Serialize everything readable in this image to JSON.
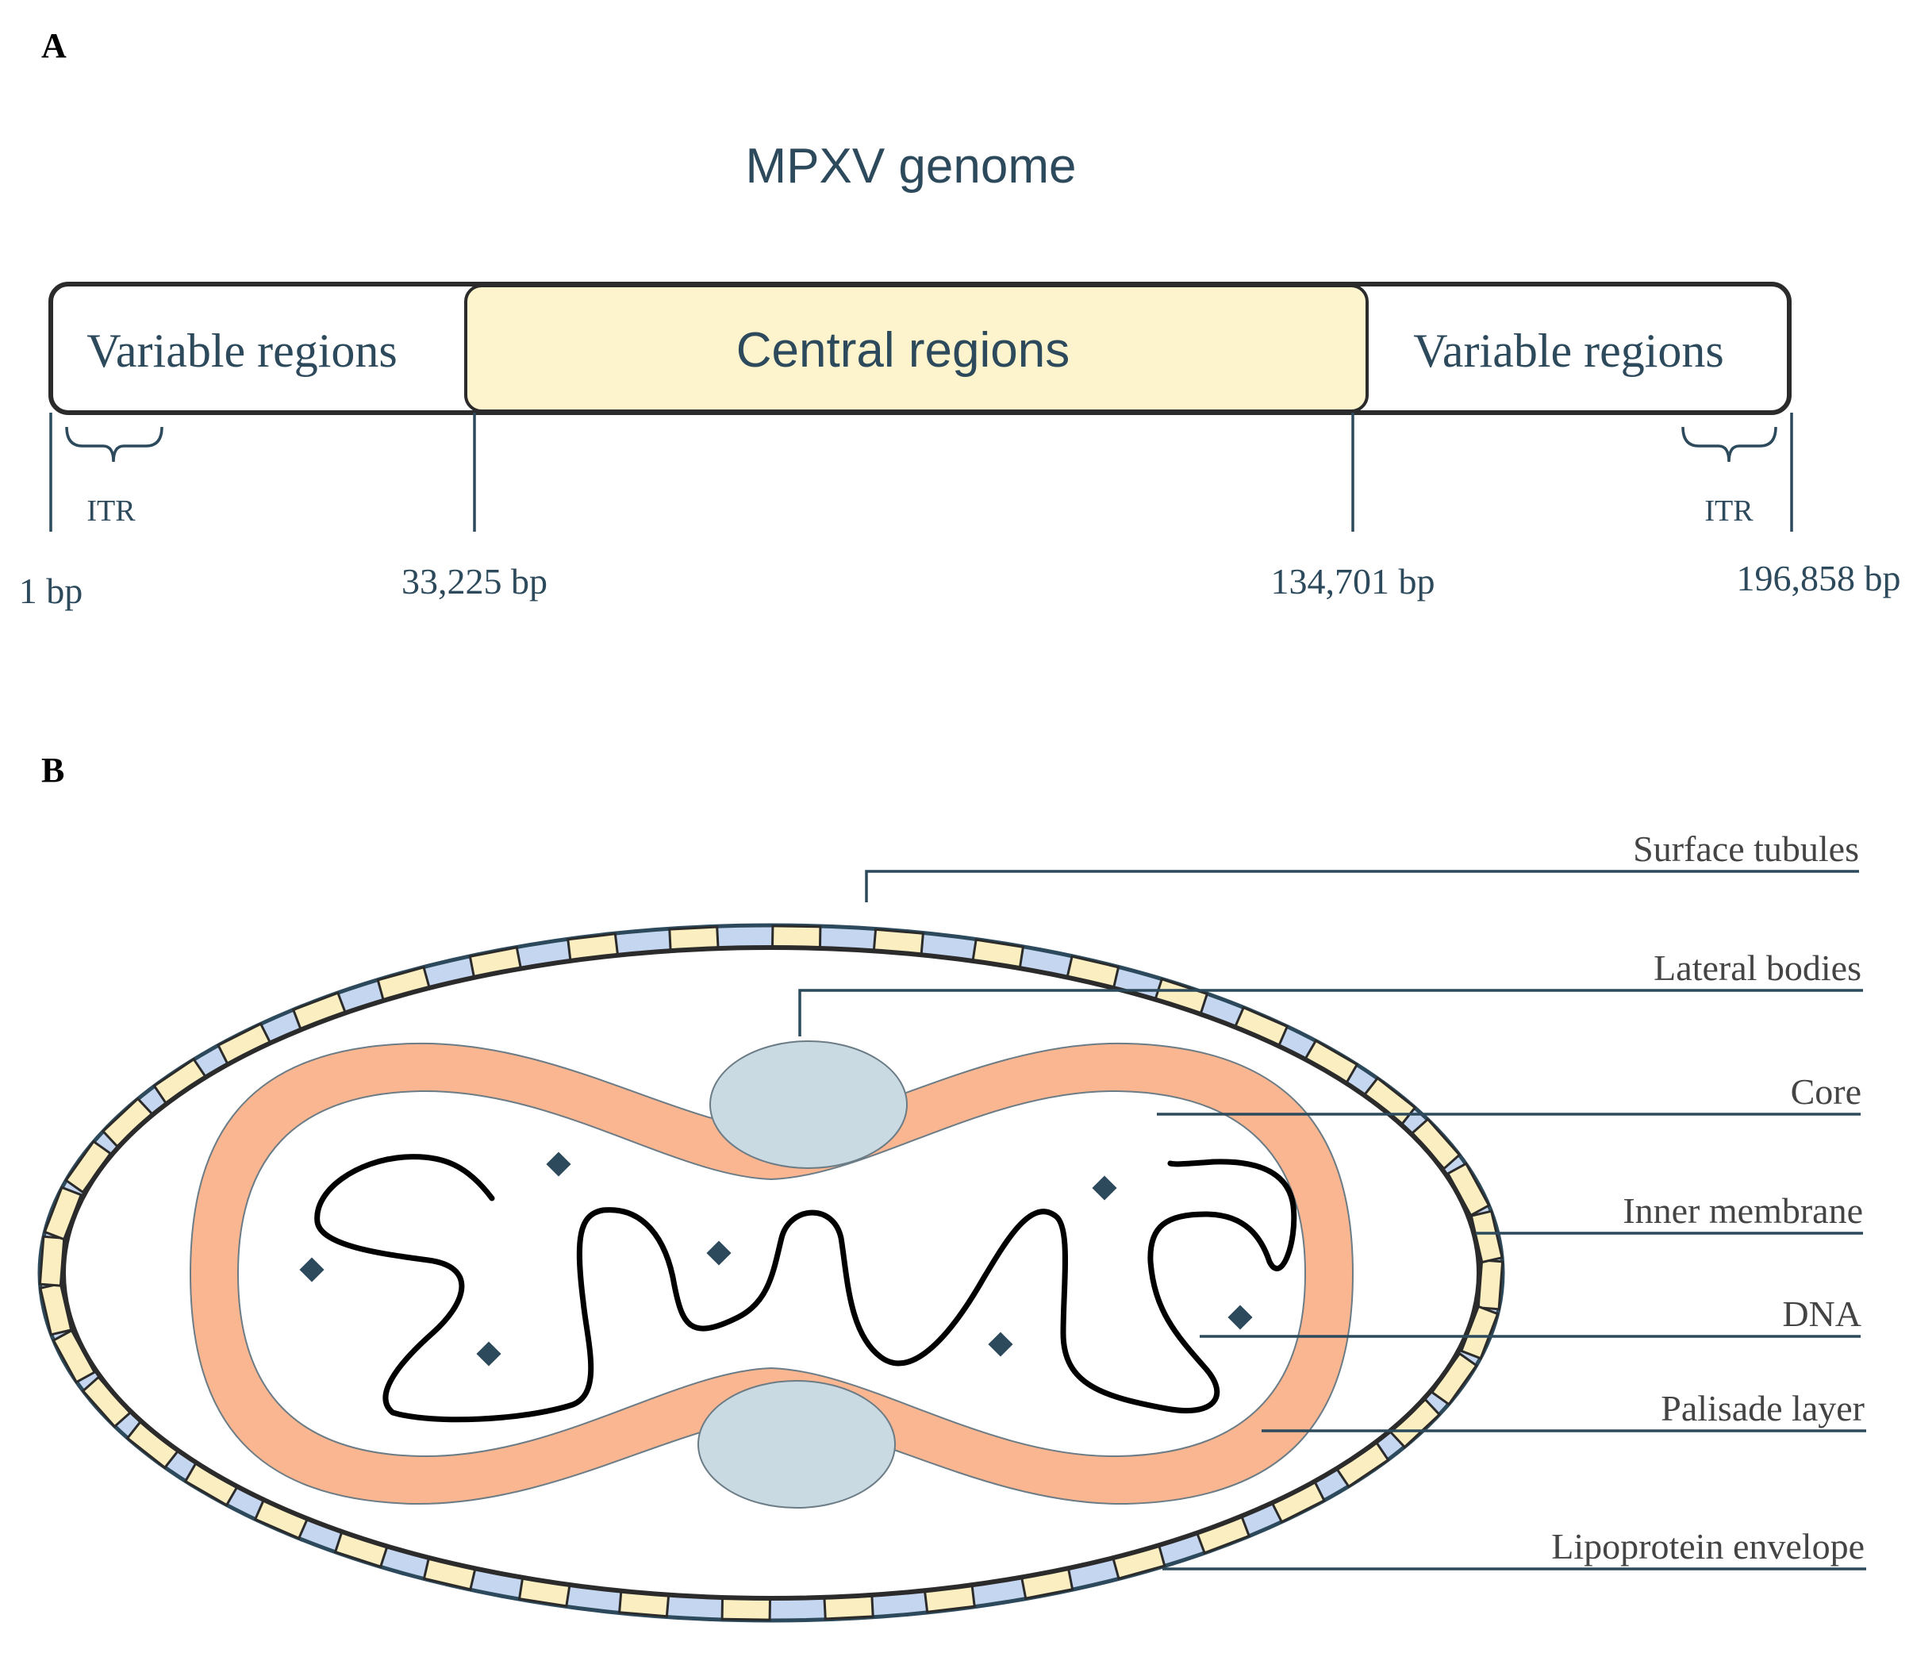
{
  "panel_a": {
    "letter": "A",
    "title": "MPXV genome",
    "regions": {
      "left_label": "Variable regions",
      "center_label": "Central regions",
      "right_label": "Variable regions"
    },
    "itr_left": "ITR",
    "itr_right": "ITR",
    "positions": [
      "1 bp",
      "33,225 bp",
      "134,701 bp",
      "196,858 bp"
    ],
    "colors": {
      "central_fill": "#fdf3cc",
      "outline": "#2b2b2b",
      "text": "#2d4a5c"
    }
  },
  "panel_b": {
    "letter": "B",
    "callouts": {
      "surface_tubules": "Surface tubules",
      "lateral_bodies": "Lateral bodies",
      "core": "Core",
      "inner_membrane": "Inner membrane",
      "dna": "DNA",
      "palisade_layer": "Palisade layer",
      "lipoprotein_envelope": "Lipoprotein envelope"
    },
    "colors": {
      "envelope": "#c5d6f0",
      "tubule": "#fbeec0",
      "palisade": "#f9b690",
      "lateral_body": "#c9dae3",
      "dna": "#000000",
      "diamond": "#2d4a5c"
    }
  }
}
